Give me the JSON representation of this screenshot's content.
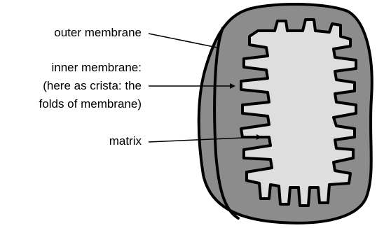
{
  "labels": {
    "outer_membrane": "outer membrane",
    "inner_membrane_lines": [
      "inner membrane:",
      "(here as crista: the",
      "folds of membrane)"
    ],
    "matrix": "matrix"
  },
  "colors": {
    "outer_compartment": "#8c8c8c",
    "matrix_fill": "#dedede",
    "outline": "#000000",
    "background": "#ffffff"
  }
}
